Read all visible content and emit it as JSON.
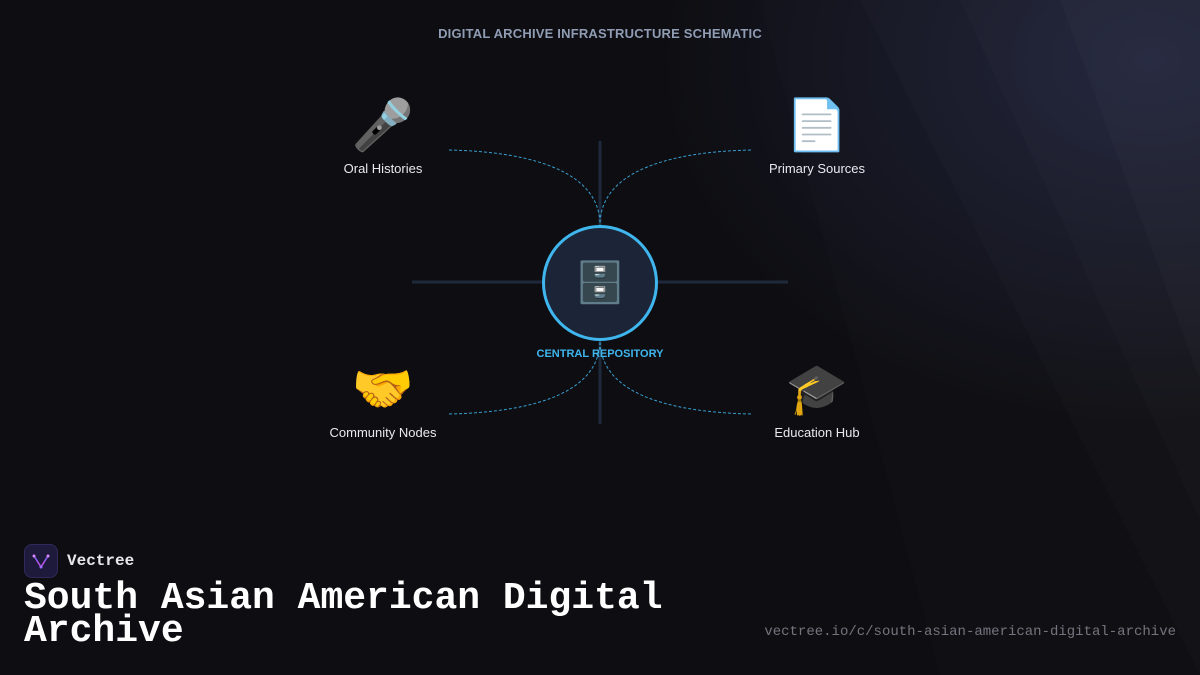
{
  "diagram": {
    "title": "DIGITAL ARCHIVE INFRASTRUCTURE SCHEMATIC",
    "hub": {
      "label": "CENTRAL REPOSITORY",
      "icon": "file-cabinet-icon",
      "glyph": "🗄️",
      "border_color": "#3fb6ee"
    },
    "nodes": [
      {
        "label": "Oral Histories",
        "icon": "microphone-icon",
        "glyph": "🎤"
      },
      {
        "label": "Primary Sources",
        "icon": "document-icon",
        "glyph": "📄"
      },
      {
        "label": "Community Nodes",
        "icon": "handshake-icon",
        "glyph": "🤝"
      },
      {
        "label": "Education Hub",
        "icon": "graduation-cap-icon",
        "glyph": "🎓"
      }
    ],
    "link_color": "#3fb6ee",
    "axis_color": "#1e2a3c"
  },
  "brand": {
    "name": "Vectree",
    "logo_icon": "vectree-logo-icon",
    "accent": "#b554e6"
  },
  "page": {
    "title": "South Asian American Digital Archive",
    "url": "vectree.io/c/south-asian-american-digital-archive"
  }
}
